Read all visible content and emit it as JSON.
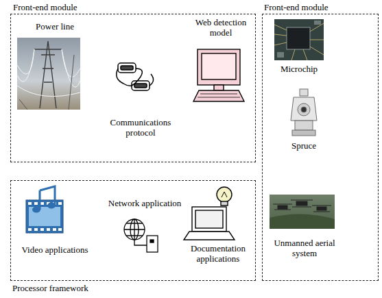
{
  "diagram": {
    "nodes": [
      {
        "text": [
          "Front-end module"
        ]
      },
      {
        "text": [
          "Front-end module"
        ]
      },
      {
        "text": [
          "Network application"
        ]
      }
    ],
    "labels": [
      "Power line",
      "Communications protocol",
      "Web detection model",
      "Microchip",
      "Spruce",
      "Unmanned aerial system",
      "Video applications",
      "Documentation applications",
      "Processor framework"
    ]
  }
}
